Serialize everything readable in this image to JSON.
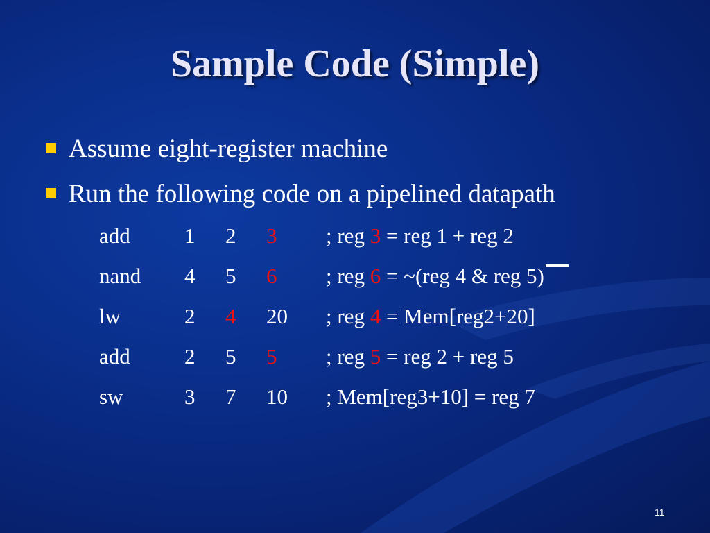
{
  "slide": {
    "title": "Sample Code (Simple)",
    "bullets": [
      "Assume eight-register machine",
      "Run the following code on a pipelined datapath"
    ],
    "code": [
      {
        "op": "add",
        "a1": "1",
        "a2": "2",
        "a3": "3",
        "c1": ";  reg ",
        "chl": "3",
        "c2": " = reg 1 + reg 2"
      },
      {
        "op": "nand",
        "a1": "4",
        "a2": "5",
        "a3": "6",
        "c1": ";  reg ",
        "chl": "6",
        "c2": " = ~(reg 4 & reg 5)"
      },
      {
        "op": "lw",
        "a1": "2",
        "a2": "4",
        "a3": "20",
        "c1": ";  reg ",
        "chl": "4",
        "c2": " =  Mem[reg2+20]"
      },
      {
        "op": "add",
        "a1": "2",
        "a2": "5",
        "a3": "5",
        "c1": ";  reg ",
        "chl": "5",
        "c2": " = reg 2 + reg 5"
      },
      {
        "op": "sw",
        "a1": "3",
        "a2": "7",
        "a3": "10",
        "c1": ";  Mem[reg3+10] = reg 7"
      }
    ],
    "page_number": "11"
  },
  "colors": {
    "background": "#0a2f8c",
    "bullet_marker": "#ffcc00",
    "highlight": "#ee1111"
  }
}
